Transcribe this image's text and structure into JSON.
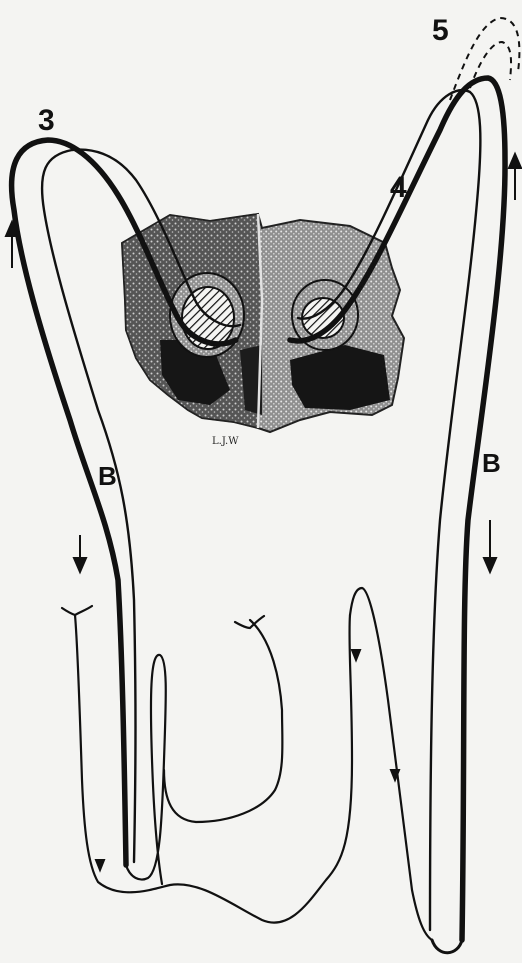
{
  "labels": {
    "loop_left": "3",
    "loop_right": "4",
    "loop_dashed": "5",
    "limb_left": "B",
    "limb_right": "B",
    "signature": "L.J.W"
  },
  "colors": {
    "ink": "#111111",
    "paper": "#f4f4f2",
    "tissue_dark": "#2a2a2a",
    "tissue_light": "#8a8a8a"
  },
  "icons": {
    "arrows": "arrow-icon",
    "vessel_ends": "branching-fork-icon"
  }
}
